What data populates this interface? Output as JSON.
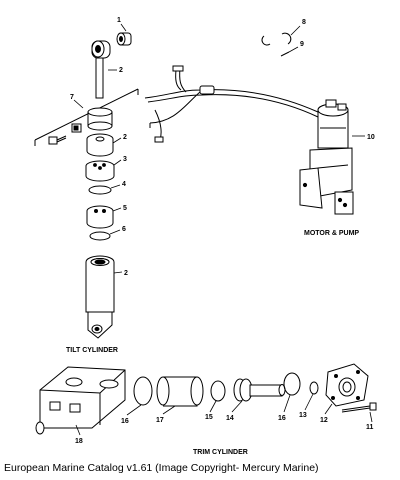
{
  "callouts": {
    "n1": "1",
    "n2a": "2",
    "n2b": "2",
    "n2c": "2",
    "n3": "3",
    "n4": "4",
    "n5": "5",
    "n6": "6",
    "n7": "7",
    "n8": "8",
    "n9": "9",
    "n10": "10",
    "n11": "11",
    "n12": "12",
    "n13": "13",
    "n14": "14",
    "n15": "15",
    "n16a": "16",
    "n16b": "16",
    "n17": "17",
    "n18": "18"
  },
  "captions": {
    "motor_pump": "MOTOR & PUMP",
    "tilt_cylinder": "TILT CYLINDER",
    "trim_cylinder": "TRIM CYLINDER"
  },
  "footer": {
    "text": "European Marine Catalog v1.61 (Image Copyright- Mercury Marine)"
  }
}
